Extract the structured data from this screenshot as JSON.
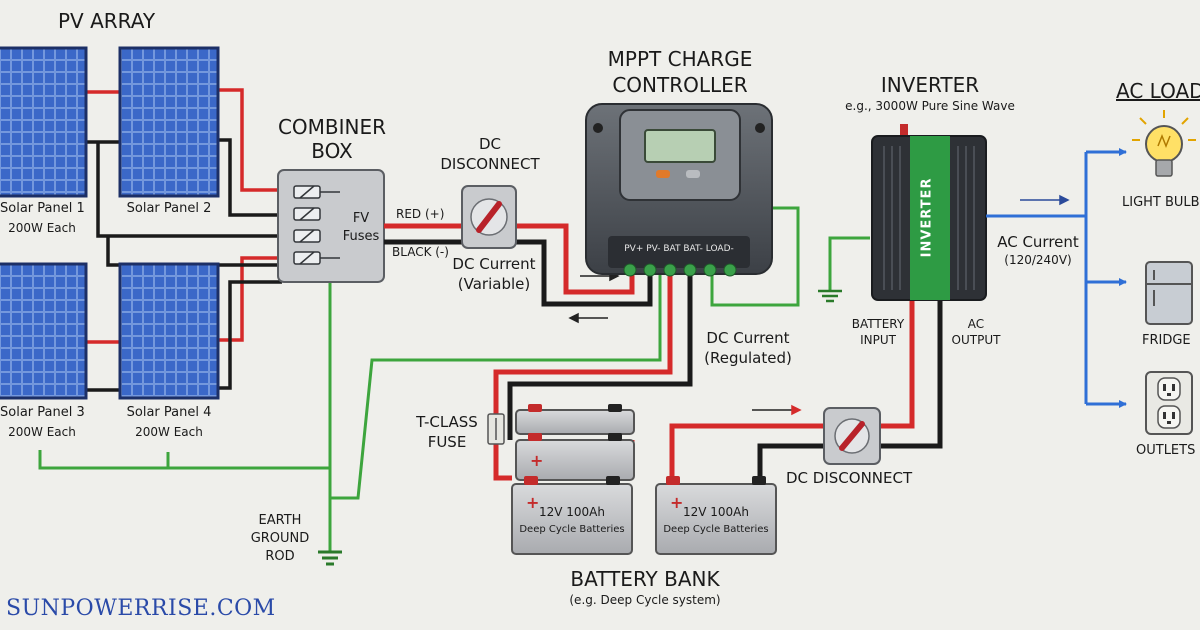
{
  "pv_array": {
    "title": "PV ARRAY",
    "panels": [
      {
        "name": "Solar Panel 1",
        "rating": "200W Each"
      },
      {
        "name": "Solar Panel 2",
        "rating": ""
      },
      {
        "name": "Solar Panel 3",
        "rating": "200W Each"
      },
      {
        "name": "Solar Panel 4",
        "rating": "200W Each"
      }
    ]
  },
  "combiner": {
    "title_line1": "COMBINER",
    "title_line2": "BOX",
    "fuse_line1": "FV",
    "fuse_line2": "Fuses"
  },
  "wires": {
    "red": "RED (+)",
    "black": "BLACK (-)"
  },
  "dc_disconnect_top": {
    "line1": "DC",
    "line2": "DISCONNECT"
  },
  "dc_current_variable": {
    "line1": "DC Current",
    "line2": "(Variable)"
  },
  "controller": {
    "title_line1": "MPPT CHARGE",
    "title_line2": "CONTROLLER",
    "terminals": "PV+ PV- BAT BAT- LOAD-"
  },
  "dc_current_regulated": {
    "line1": "DC Current",
    "line2": "(Regulated)"
  },
  "inverter": {
    "title": "INVERTER",
    "subtitle": "e.g., 3000W Pure Sine Wave",
    "body_label": "INVERTER",
    "battery_input_line1": "BATTERY",
    "battery_input_line2": "INPUT",
    "ac_output_line1": "AC",
    "ac_output_line2": "OUTPUT"
  },
  "ac_current": {
    "line1": "AC Current",
    "line2": "(120/240V)"
  },
  "ac_loads": {
    "title": "AC LOADS",
    "items": [
      "LIGHT BULB",
      "FRIDGE",
      "OUTLETS"
    ]
  },
  "fuse": {
    "line1": "T-CLASS",
    "line2": "FUSE"
  },
  "batteries": [
    {
      "line1": "12V 100Ah",
      "line2": "Deep Cycle Batteries"
    },
    {
      "line1": "12V 100Ah",
      "line2": "Deep Cycle Batteries"
    }
  ],
  "battery_bank": {
    "title": "BATTERY BANK",
    "subtitle": "(e.g. Deep Cycle system)"
  },
  "dc_disconnect_bottom": {
    "label": "DC DISCONNECT"
  },
  "earth_ground": {
    "line1": "EARTH",
    "line2": "GROUND",
    "line3": "ROD"
  },
  "watermark": "SUNPOWERRISE.COM",
  "colors": {
    "positive_wire": "#d52a2a",
    "negative_wire": "#1a1a1a",
    "ground_wire": "#3da53d",
    "ac_wire": "#2f6fd6",
    "inverter_stripe": "#2e9b44",
    "panel": "#2f58b8",
    "watermark": "#2a4aa8"
  }
}
